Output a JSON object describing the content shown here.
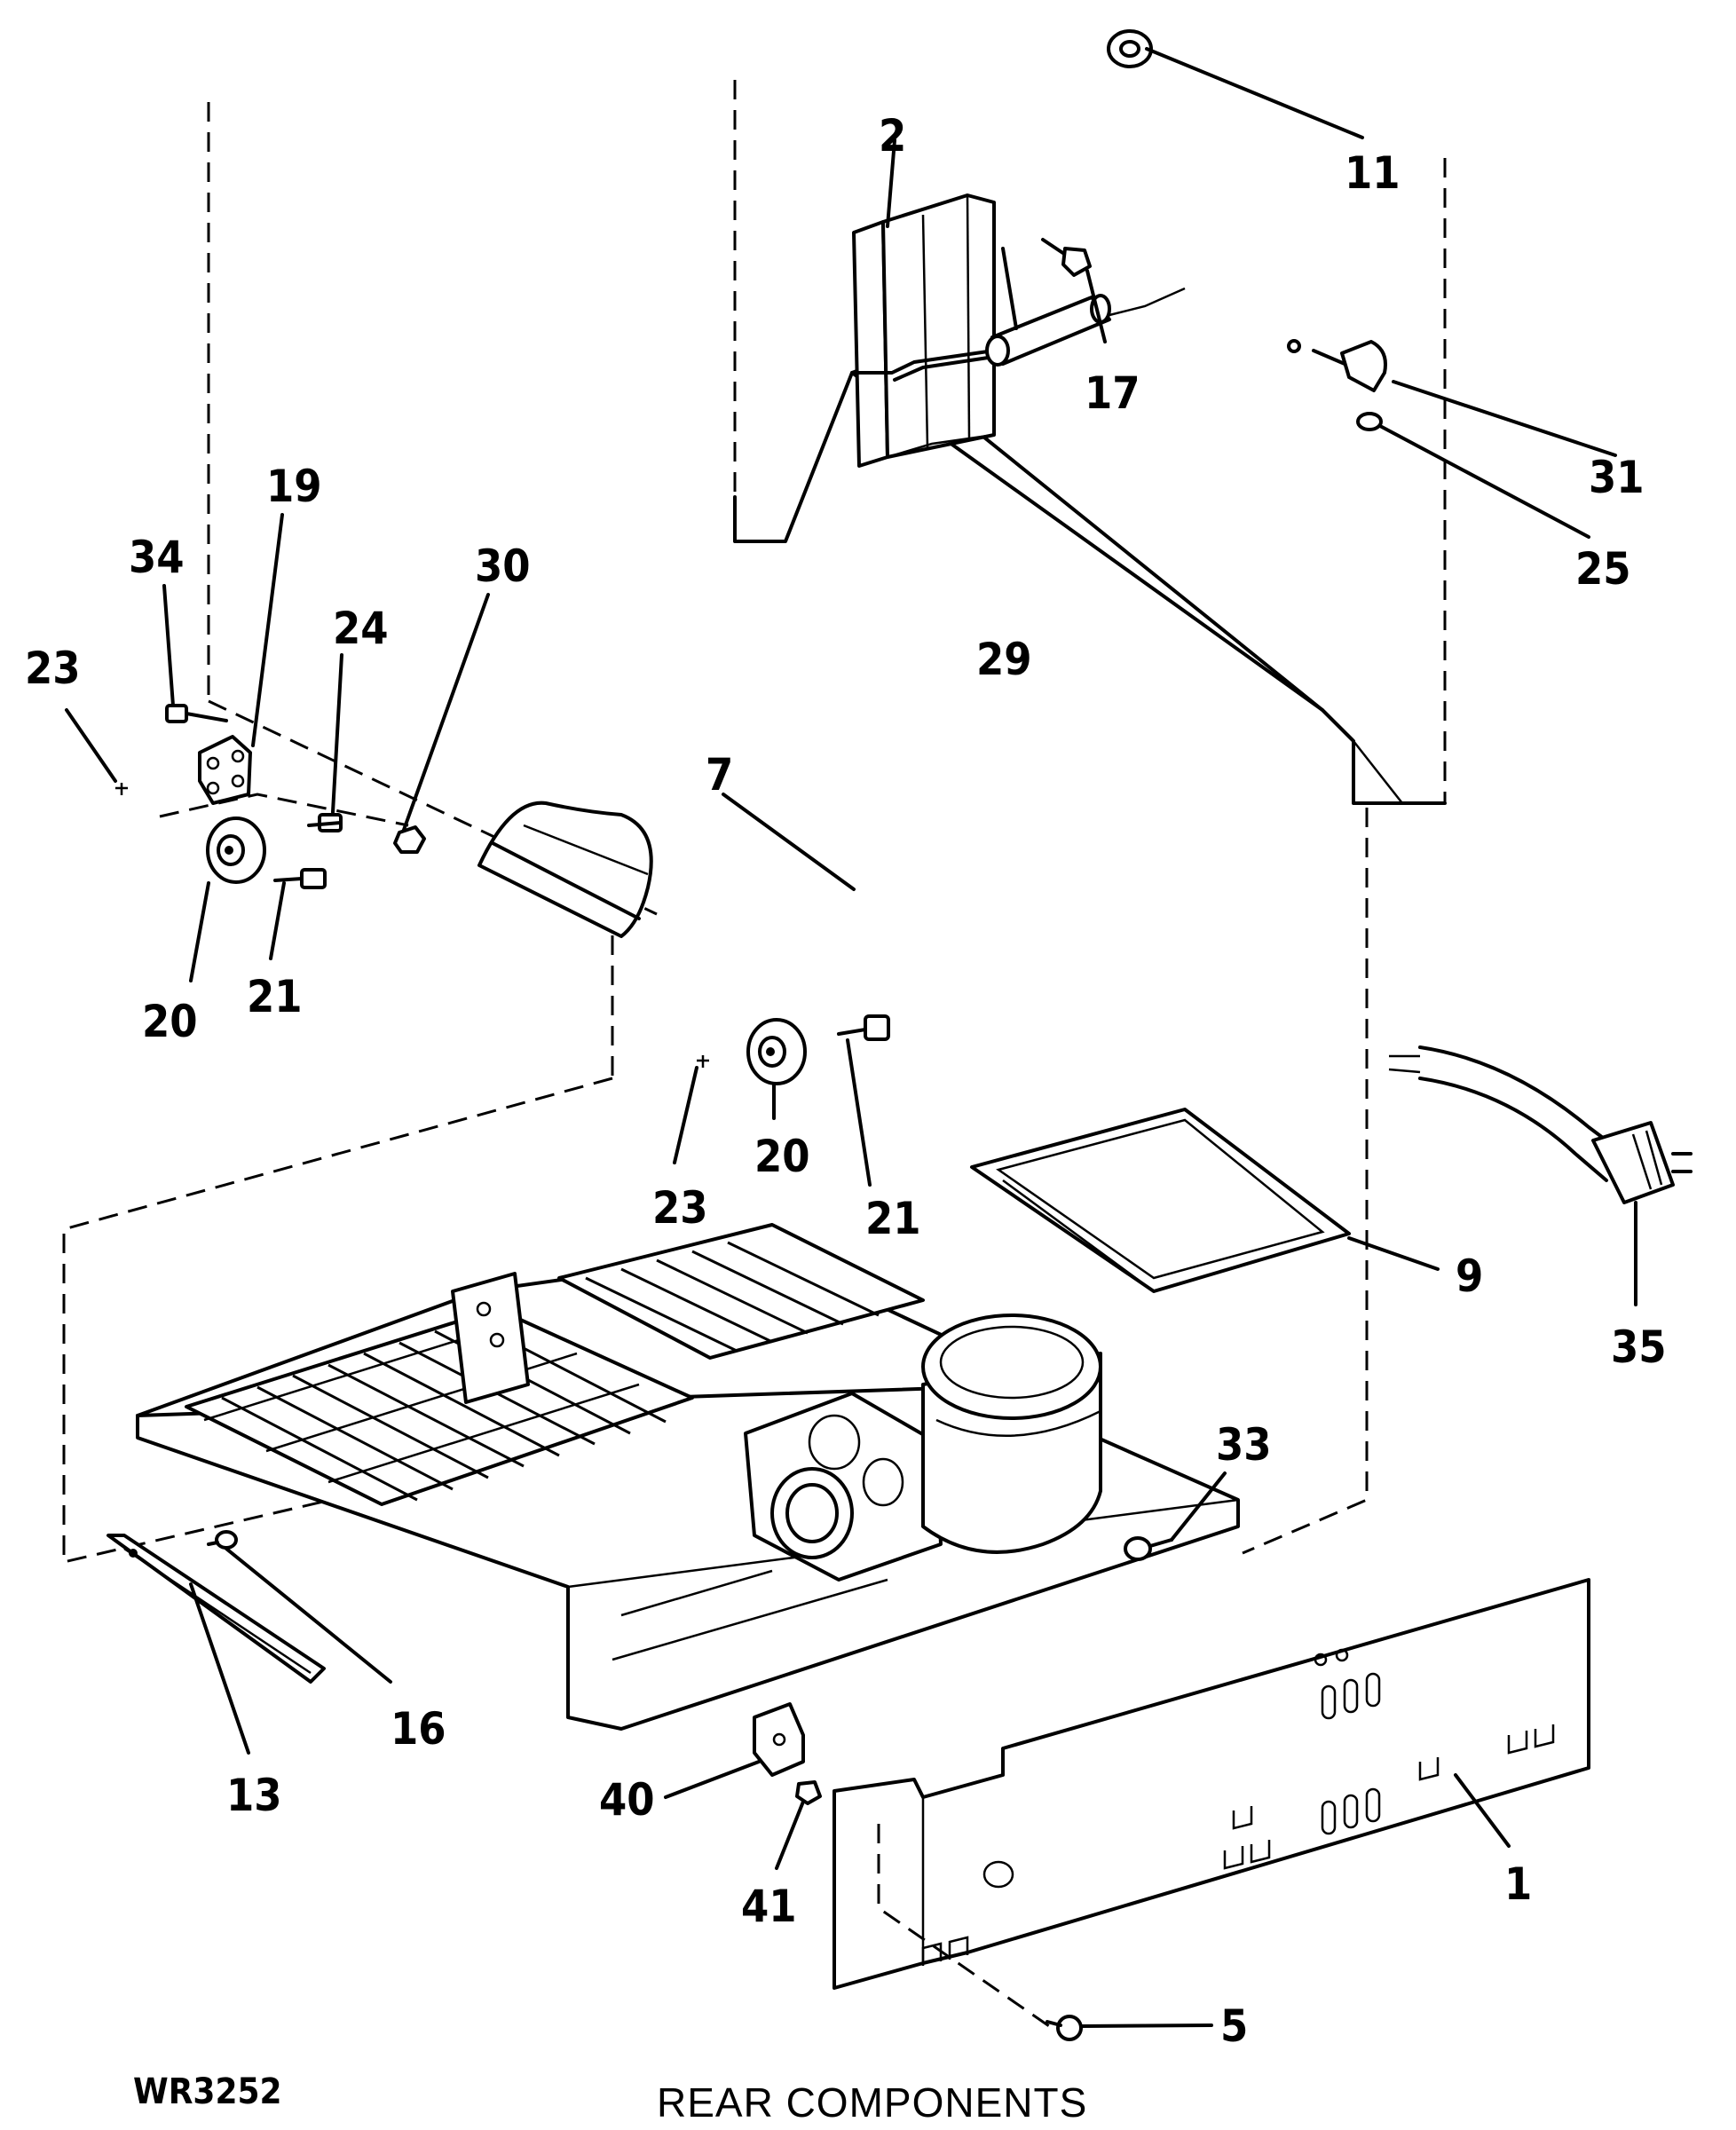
{
  "diagram_code": "WR3252",
  "diagram_title": "REAR COMPONENTS",
  "callouts": {
    "c1": "1",
    "c2": "2",
    "c5": "5",
    "c7": "7",
    "c9": "9",
    "c11": "11",
    "c13": "13",
    "c16": "16",
    "c17": "17",
    "c19": "19",
    "c20a": "20",
    "c20b": "20",
    "c21a": "21",
    "c21b": "21",
    "c23a": "23",
    "c23b": "23",
    "c24": "24",
    "c25": "25",
    "c29": "29",
    "c30": "30",
    "c31": "31",
    "c33": "33",
    "c34": "34",
    "c35": "35",
    "c40": "40",
    "c41": "41"
  }
}
